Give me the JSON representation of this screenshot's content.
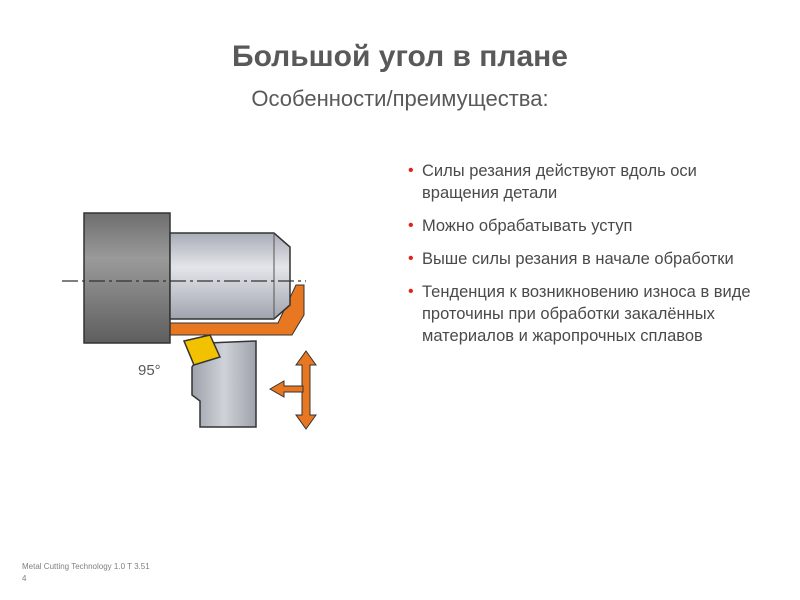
{
  "slide": {
    "title": "Большой угол в плане",
    "subtitle": "Особенности/преимущества:",
    "bullets": [
      "Силы резания действуют вдоль оси вращения детали",
      "Можно обрабатывать уступ",
      "Выше силы резания в начале обработки",
      "Тенденция к возникновению износа в виде проточины при обработки закалённых материалов и жаропрочных сплавов"
    ],
    "bullet_marker": "•",
    "diagram": {
      "angle_label": "95°",
      "colors": {
        "chuck": "#7a7a7a",
        "workpiece": "#c9ccd4",
        "chip": "#e87722",
        "insert": "#f2c200",
        "holder": "#b8bcc4",
        "arrow": "#e87722",
        "outline": "#333333"
      }
    },
    "footer": "Metal Cutting Technology 1.0 T 3.51",
    "page_number": "4"
  }
}
